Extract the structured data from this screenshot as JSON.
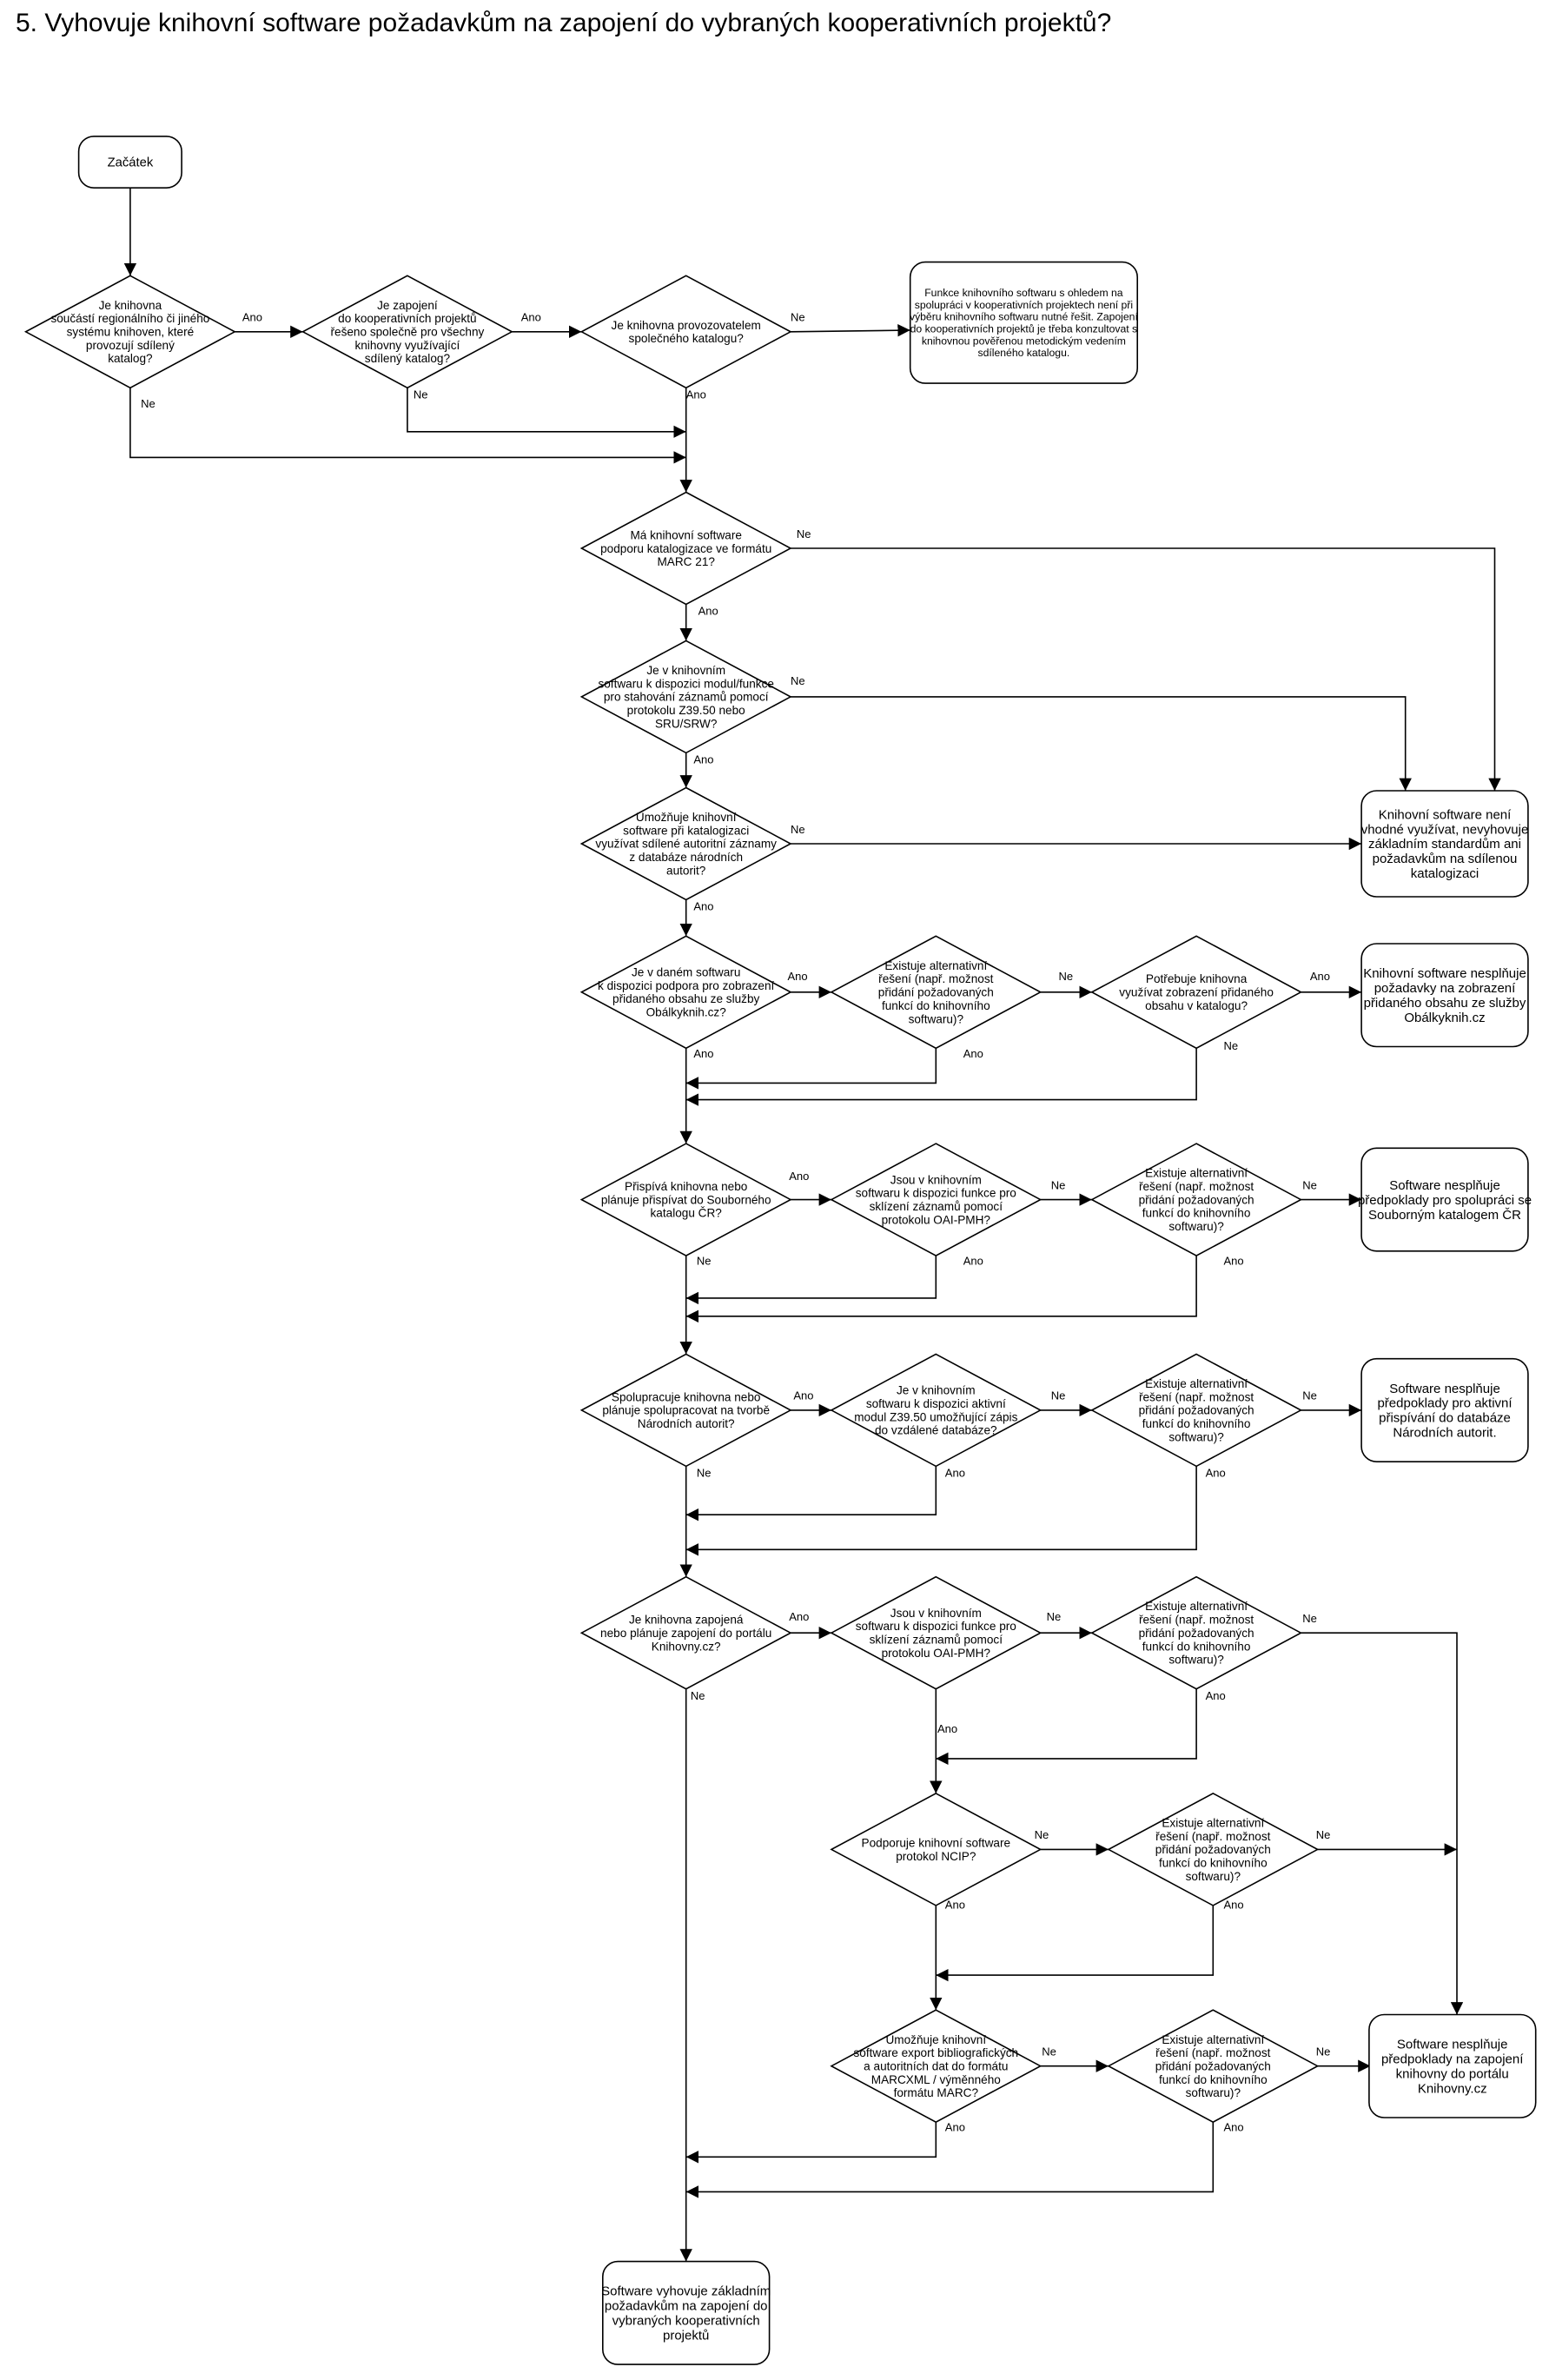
{
  "title": "5. Vyhovuje knihovní software požadavkům na zapojení do vybraných kooperativních projektů?",
  "nodes": [
    {
      "id": "start",
      "shape": "rounded",
      "lines": [
        "Začátek"
      ]
    },
    {
      "id": "q1",
      "shape": "diamond",
      "lines": [
        "Je knihovna",
        "součástí regionálního či jiného",
        "systému knihoven, které",
        "provozují sdílený",
        "katalog?"
      ]
    },
    {
      "id": "q2",
      "shape": "diamond",
      "lines": [
        "Je zapojení",
        "do kooperativních projektů",
        "řešeno společně pro všechny",
        "knihovny využívající",
        "sdílený katalog?"
      ]
    },
    {
      "id": "q3",
      "shape": "diamond",
      "lines": [
        "Je knihovna provozovatelem",
        "společného katalogu?"
      ]
    },
    {
      "id": "note1",
      "shape": "rounded",
      "lines": [
        "Funkce knihovního softwaru s ohledem na",
        "spolupráci v kooperativních projektech není při",
        "výběru knihovního softwaru nutné řešit. Zapojení",
        "do kooperativních projektů je třeba konzultovat s",
        "knihovnou pověřenou metodickým vedením",
        "sdíleného katalogu."
      ]
    },
    {
      "id": "q4",
      "shape": "diamond",
      "lines": [
        "Má knihovní software",
        "podporu katalogizace ve formátu",
        "MARC 21?"
      ]
    },
    {
      "id": "q5",
      "shape": "diamond",
      "lines": [
        "Je v knihovním",
        "softwaru k dispozici modul/funkce",
        "pro stahování záznamů pomocí",
        "protokolu  Z39.50 nebo",
        "SRU/SRW?"
      ]
    },
    {
      "id": "q6",
      "shape": "diamond",
      "lines": [
        "Umožňuje knihovní",
        "software při katalogizaci",
        "využívat sdílené autoritní záznamy",
        "z databáze národních",
        "autorit?"
      ]
    },
    {
      "id": "r1",
      "shape": "rounded",
      "lines": [
        "Knihovní software není",
        "vhodné využívat, nevyhovuje",
        "základním standardům ani",
        "požadavkům na sdílenou",
        "katalogizaci"
      ]
    },
    {
      "id": "q7",
      "shape": "diamond",
      "lines": [
        "Je v daném softwaru",
        "k dispozici podpora pro zobrazení",
        "přidaného obsahu ze služby",
        "Obálkyknih.cz?"
      ]
    },
    {
      "id": "q7a",
      "shape": "diamond",
      "lines": [
        "Existuje alternativní",
        "řešení (např. možnost",
        "přidání požadovaných",
        "funkcí do knihovního",
        "softwaru)?"
      ]
    },
    {
      "id": "q7b",
      "shape": "diamond",
      "lines": [
        "Potřebuje knihovna",
        "využívat zobrazení přidaného",
        "obsahu v katalogu?"
      ]
    },
    {
      "id": "r2",
      "shape": "rounded",
      "lines": [
        "Knihovní software nesplňuje",
        "požadavky na zobrazení",
        "přidaného obsahu ze služby",
        "Obálkyknih.cz"
      ]
    },
    {
      "id": "q8",
      "shape": "diamond",
      "lines": [
        "Přispívá knihovna nebo",
        "plánuje přispívat do Souborného",
        "katalogu ČR?"
      ]
    },
    {
      "id": "q8a",
      "shape": "diamond",
      "lines": [
        "Jsou v knihovním",
        "softwaru k dispozici funkce pro",
        "sklízení záznamů pomocí",
        "protokolu OAI-PMH?"
      ]
    },
    {
      "id": "q8b",
      "shape": "diamond",
      "lines": [
        "Existuje alternativní",
        "řešení (např. možnost",
        "přidání požadovaných",
        "funkcí do knihovního",
        "softwaru)?"
      ]
    },
    {
      "id": "r3",
      "shape": "rounded",
      "lines": [
        "Software nesplňuje",
        "předpoklady pro spolupráci se",
        "Souborným katalogem ČR"
      ]
    },
    {
      "id": "q9",
      "shape": "diamond",
      "lines": [
        "Spolupracuje knihovna nebo",
        "plánuje spolupracovat na tvorbě",
        "Národních autorit?"
      ]
    },
    {
      "id": "q9a",
      "shape": "diamond",
      "lines": [
        "Je v knihovním",
        "softwaru k dispozici aktivní",
        "modul Z39.50 umožňující zápis",
        "do vzdálené databáze?"
      ]
    },
    {
      "id": "q9b",
      "shape": "diamond",
      "lines": [
        "Existuje alternativní",
        "řešení (např. možnost",
        "přidání požadovaných",
        "funkcí do knihovního",
        "softwaru)?"
      ]
    },
    {
      "id": "r4",
      "shape": "rounded",
      "lines": [
        "Software nesplňuje",
        "předpoklady pro aktivní",
        "přispívání do databáze",
        "Národních autorit."
      ]
    },
    {
      "id": "q10",
      "shape": "diamond",
      "lines": [
        "Je knihovna zapojená",
        "nebo plánuje zapojení do portálu",
        "Knihovny.cz?"
      ]
    },
    {
      "id": "q10a",
      "shape": "diamond",
      "lines": [
        "Jsou v knihovním",
        "softwaru k dispozici funkce pro",
        "sklízení záznamů pomocí",
        "protokolu OAI-PMH?"
      ]
    },
    {
      "id": "q10b",
      "shape": "diamond",
      "lines": [
        "Existuje alternativní",
        "řešení (např. možnost",
        "přidání požadovaných",
        "funkcí do knihovního",
        "softwaru)?"
      ]
    },
    {
      "id": "q11",
      "shape": "diamond",
      "lines": [
        "Podporuje knihovní software",
        "protokol NCIP?"
      ]
    },
    {
      "id": "q11a",
      "shape": "diamond",
      "lines": [
        "Existuje alternativní",
        "řešení (např. možnost",
        "přidání požadovaných",
        "funkcí do knihovního",
        "softwaru)?"
      ]
    },
    {
      "id": "q12",
      "shape": "diamond",
      "lines": [
        "Umožňuje knihovní",
        "software export bibliografických",
        "a autoritních dat do formátu",
        "MARCXML  /  výměnného",
        "formátu MARC?"
      ]
    },
    {
      "id": "q12a",
      "shape": "diamond",
      "lines": [
        "Existuje alternativní",
        "řešení (např. možnost",
        "přidání požadovaných",
        "funkcí do knihovního",
        "softwaru)?"
      ]
    },
    {
      "id": "r5",
      "shape": "rounded",
      "lines": [
        "Software nesplňuje",
        "předpoklady na zapojení",
        "knihovny do portálu",
        "Knihovny.cz"
      ]
    },
    {
      "id": "end",
      "shape": "rounded",
      "lines": [
        "Software vyhovuje základním",
        "požadavkům na zapojení do",
        "vybraných kooperativních",
        "projektů"
      ]
    }
  ],
  "edges": [
    {
      "from": "start",
      "to": "q1",
      "label": ""
    },
    {
      "from": "q1",
      "to": "q2",
      "label": "Ano"
    },
    {
      "from": "q1",
      "to": "q4",
      "label": "Ne"
    },
    {
      "from": "q2",
      "to": "q3",
      "label": "Ano"
    },
    {
      "from": "q2",
      "to": "q4",
      "label": "Ne"
    },
    {
      "from": "q3",
      "to": "note1",
      "label": "Ne"
    },
    {
      "from": "q3",
      "to": "q4",
      "label": "Ano"
    },
    {
      "from": "q4",
      "to": "q5",
      "label": "Ano"
    },
    {
      "from": "q4",
      "to": "r1",
      "label": "Ne"
    },
    {
      "from": "q5",
      "to": "q6",
      "label": "Ano"
    },
    {
      "from": "q5",
      "to": "r1",
      "label": "Ne"
    },
    {
      "from": "q6",
      "to": "q7",
      "label": "Ano"
    },
    {
      "from": "q6",
      "to": "r1",
      "label": "Ne"
    },
    {
      "from": "q7",
      "to": "q7a",
      "label": "Ano"
    },
    {
      "from": "q7",
      "to": "q8",
      "label": "Ano"
    },
    {
      "from": "q7a",
      "to": "q7b",
      "label": "Ne"
    },
    {
      "from": "q7a",
      "to": "q8",
      "label": "Ano"
    },
    {
      "from": "q7b",
      "to": "r2",
      "label": "Ano"
    },
    {
      "from": "q7b",
      "to": "q8",
      "label": "Ne"
    },
    {
      "from": "q8",
      "to": "q8a",
      "label": "Ano"
    },
    {
      "from": "q8",
      "to": "q9",
      "label": "Ne"
    },
    {
      "from": "q8a",
      "to": "q8b",
      "label": "Ne"
    },
    {
      "from": "q8a",
      "to": "q9",
      "label": "Ano"
    },
    {
      "from": "q8b",
      "to": "r3",
      "label": "Ne"
    },
    {
      "from": "q8b",
      "to": "q9",
      "label": "Ano"
    },
    {
      "from": "q9",
      "to": "q9a",
      "label": "Ano"
    },
    {
      "from": "q9",
      "to": "q10",
      "label": "Ne"
    },
    {
      "from": "q9a",
      "to": "q9b",
      "label": "Ne"
    },
    {
      "from": "q9a",
      "to": "q10",
      "label": "Ano"
    },
    {
      "from": "q9b",
      "to": "r4",
      "label": "Ne"
    },
    {
      "from": "q9b",
      "to": "q10",
      "label": "Ano"
    },
    {
      "from": "q10",
      "to": "q10a",
      "label": "Ano"
    },
    {
      "from": "q10",
      "to": "end",
      "label": "Ne"
    },
    {
      "from": "q10a",
      "to": "q10b",
      "label": "Ne"
    },
    {
      "from": "q10a",
      "to": "q11",
      "label": "Ano"
    },
    {
      "from": "q10b",
      "to": "r5",
      "label": "Ne"
    },
    {
      "from": "q10b",
      "to": "q11",
      "label": "Ano"
    },
    {
      "from": "q11",
      "to": "q11a",
      "label": "Ne"
    },
    {
      "from": "q11",
      "to": "q12",
      "label": "Ano"
    },
    {
      "from": "q11a",
      "to": "r5",
      "label": "Ne"
    },
    {
      "from": "q11a",
      "to": "q12",
      "label": "Ano"
    },
    {
      "from": "q12",
      "to": "q12a",
      "label": "Ne"
    },
    {
      "from": "q12",
      "to": "end",
      "label": "Ano"
    },
    {
      "from": "q12a",
      "to": "r5",
      "label": "Ne"
    },
    {
      "from": "q12a",
      "to": "end",
      "label": "Ano"
    }
  ]
}
